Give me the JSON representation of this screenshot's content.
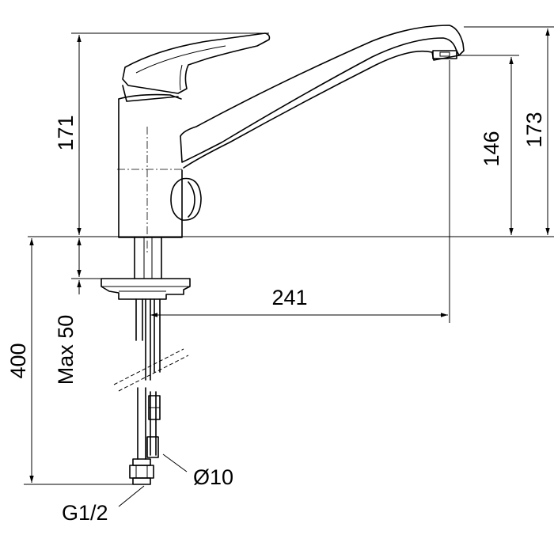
{
  "dimensions": {
    "height_171": "171",
    "height_146": "146",
    "height_173": "173",
    "reach_241": "241",
    "total_400": "400",
    "max_50": "Max 50",
    "hose_diameter": "Ø10",
    "thread": "G1/2"
  }
}
